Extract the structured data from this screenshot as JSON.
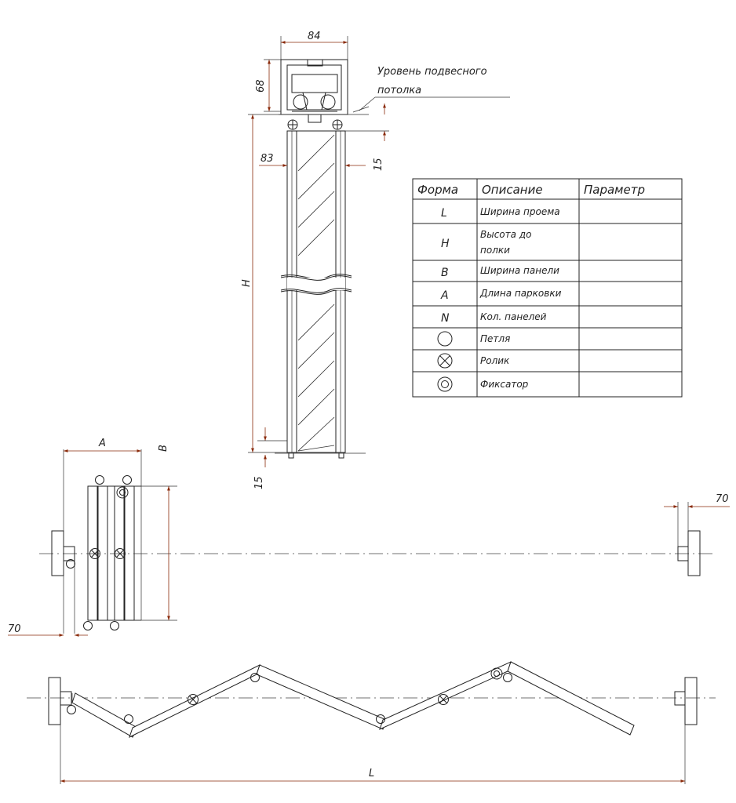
{
  "dimensions": {
    "top_width": "84",
    "top_height": "68",
    "panel_thickness": "83",
    "gap_top": "15",
    "gap_bottom": "15",
    "height": "H",
    "parking_length": "A",
    "panel_width": "B",
    "left_offset": "70",
    "right_offset": "70",
    "opening_width": "L"
  },
  "ceiling_note": {
    "line1": "Уровень подвесного",
    "line2": "потолка"
  },
  "legend_table": {
    "headers": [
      "Форма",
      "Описание",
      "Параметр"
    ],
    "rows": [
      {
        "form": "L",
        "desc": [
          "Ширина проема"
        ],
        "param": ""
      },
      {
        "form": "H",
        "desc": [
          "Высота до",
          "полки"
        ],
        "param": ""
      },
      {
        "form": "B",
        "desc": [
          "Ширина панели"
        ],
        "param": ""
      },
      {
        "form": "A",
        "desc": [
          "Длина парковки"
        ],
        "param": ""
      },
      {
        "form": "N",
        "desc": [
          "Кол. панелей"
        ],
        "param": ""
      },
      {
        "form": "circle-symbol",
        "desc": [
          "Петля"
        ],
        "param": ""
      },
      {
        "form": "crossed-circle-symbol",
        "desc": [
          "Ролик"
        ],
        "param": ""
      },
      {
        "form": "double-circle-symbol",
        "desc": [
          "Фиксатор"
        ],
        "param": ""
      }
    ]
  }
}
